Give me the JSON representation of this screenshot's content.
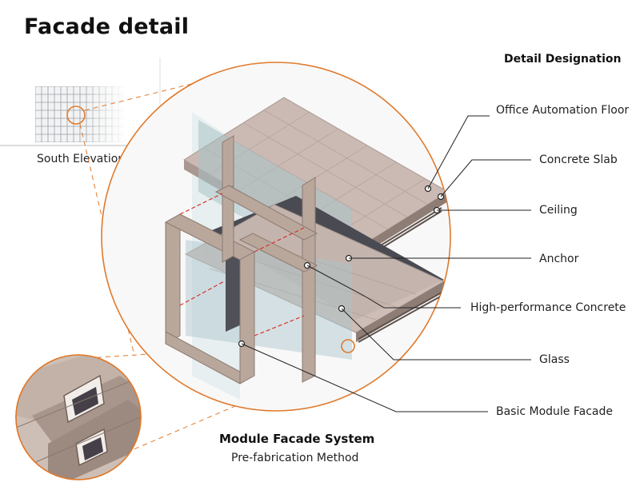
{
  "title": "Facade detail",
  "designation_heading": "Detail Designation",
  "elevation_label": "South Elevation",
  "callouts": [
    "Office Automation Floor",
    "Concrete Slab",
    "Ceiling",
    "Anchor",
    "High-performance Concrete",
    "Glass",
    "Basic Module Facade"
  ],
  "system": {
    "title": "Module Facade System",
    "subtitle": "Pre-fabrication Method"
  },
  "colors": {
    "accent": "#e07a2c",
    "concrete": "#b9a79c",
    "floor": "#cbbab3",
    "glass": "#a9c3c9",
    "red_dash": "#d9332b"
  }
}
